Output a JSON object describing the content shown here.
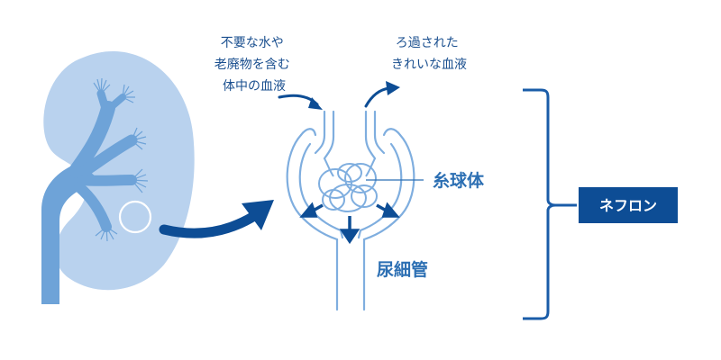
{
  "labels": {
    "incoming": [
      "不要な水や",
      "老廃物を含む",
      "体中の血液"
    ],
    "outgoing": [
      "ろ過された",
      "きれいな血液"
    ],
    "glomerulus": "糸球体",
    "tubule": "尿細管",
    "nephron": "ネフロン"
  },
  "colors": {
    "kidney_fill": "#b9d2ee",
    "vessel": "#6ea3d8",
    "nephron_line": "#7faedf",
    "arrow": "#0d4d95",
    "bracket": "#1a5ca8",
    "box": "#0d4d95"
  },
  "icons": {
    "kidney": "kidney-icon",
    "magnifier": "magnify-circle-icon"
  }
}
